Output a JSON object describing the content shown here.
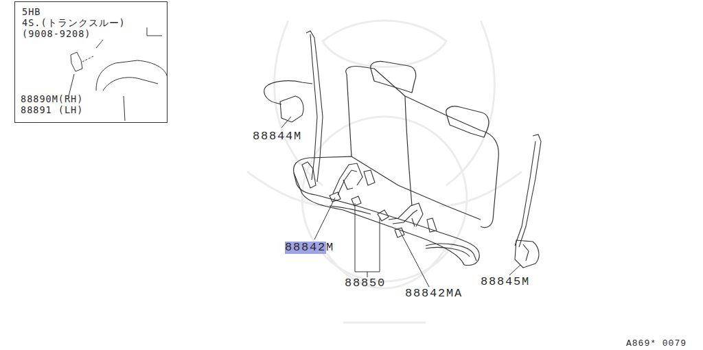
{
  "diagram": {
    "nodes": [
      {
        "text": [
          "5HB",
          "4S.(トランクスルー)",
          "(9008-9208)",
          "88890M(RH)",
          "88891 (LH)"
        ]
      }
    ],
    "labels": [
      "88844M",
      "88842M",
      "88850",
      "88842MA",
      "88845M",
      "A869* 0079"
    ]
  }
}
